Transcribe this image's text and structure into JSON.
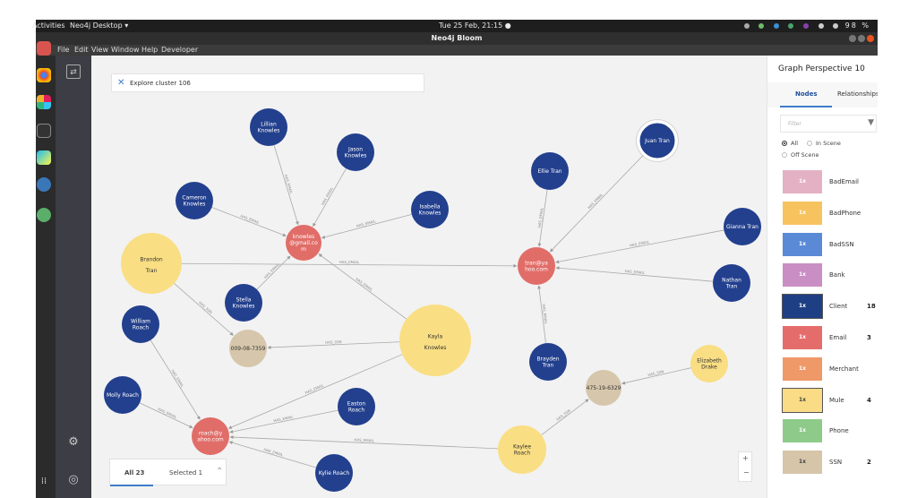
{
  "os": {
    "activities": "Activities",
    "app_menu": "Neo4j Desktop ▾",
    "clock": "Tue 25 Feb, 21:15 ●",
    "battery": "98 %"
  },
  "window": {
    "title": "Neo4j Bloom"
  },
  "menu": [
    "File",
    "Edit",
    "View",
    "Window",
    "Help",
    "Developer"
  ],
  "search": {
    "value": "Explore cluster 106"
  },
  "graph": {
    "nodes": [
      {
        "id": "lillian",
        "lines": [
          "Lillian",
          "Knowles"
        ],
        "cat": "Client"
      },
      {
        "id": "jason",
        "lines": [
          "Jason",
          "Knowles"
        ],
        "cat": "Client"
      },
      {
        "id": "cameron",
        "lines": [
          "Cameron",
          "Knowles"
        ],
        "cat": "Client"
      },
      {
        "id": "isabella",
        "lines": [
          "Isabella",
          "Knowles"
        ],
        "cat": "Client"
      },
      {
        "id": "knowlesmail",
        "lines": [
          "knowles",
          "@gmail.co",
          "m"
        ],
        "cat": "Email"
      },
      {
        "id": "brandon",
        "lines": [
          "Brandon",
          "Tran"
        ],
        "cat": "Mule"
      },
      {
        "id": "stella",
        "lines": [
          "Stella",
          "Knowles"
        ],
        "cat": "Client"
      },
      {
        "id": "ssn1",
        "lines": [
          "009-08-7359"
        ],
        "cat": "SSN"
      },
      {
        "id": "kayla",
        "lines": [
          "Kayla",
          "Knowles"
        ],
        "cat": "Mule"
      },
      {
        "id": "william",
        "lines": [
          "William",
          "Roach"
        ],
        "cat": "Client"
      },
      {
        "id": "molly",
        "lines": [
          "Molly Roach"
        ],
        "cat": "Client"
      },
      {
        "id": "roachmail",
        "lines": [
          "roach@y",
          "ahoo.com"
        ],
        "cat": "Email"
      },
      {
        "id": "easton",
        "lines": [
          "Easton",
          "Roach"
        ],
        "cat": "Client"
      },
      {
        "id": "kylie",
        "lines": [
          "Kylie Roach"
        ],
        "cat": "Client"
      },
      {
        "id": "kaylee",
        "lines": [
          "Kaylee",
          "Roach"
        ],
        "cat": "Mule"
      },
      {
        "id": "ssn2",
        "lines": [
          "475-19-6329"
        ],
        "cat": "SSN"
      },
      {
        "id": "elizabeth",
        "lines": [
          "Elizabeth",
          "Drake"
        ],
        "cat": "Mule"
      },
      {
        "id": "brayden",
        "lines": [
          "Brayden",
          "Tran"
        ],
        "cat": "Client"
      },
      {
        "id": "tranmail",
        "lines": [
          "tran@ya",
          "hoo.com"
        ],
        "cat": "Email"
      },
      {
        "id": "ellie",
        "lines": [
          "Ellie Tran"
        ],
        "cat": "Client"
      },
      {
        "id": "juan",
        "lines": [
          "Juan Tran"
        ],
        "cat": "Client"
      },
      {
        "id": "gianna",
        "lines": [
          "Gianna Tran"
        ],
        "cat": "Client"
      },
      {
        "id": "nathan",
        "lines": [
          "Nathan",
          "Tran"
        ],
        "cat": "Client"
      }
    ],
    "edges": [
      {
        "from": "lillian",
        "to": "knowlesmail",
        "label": "HAS_EMAIL"
      },
      {
        "from": "jason",
        "to": "knowlesmail",
        "label": "HAS_EMAIL"
      },
      {
        "from": "cameron",
        "to": "knowlesmail",
        "label": "HAS_EMAIL"
      },
      {
        "from": "isabella",
        "to": "knowlesmail",
        "label": "HAS_EMAIL"
      },
      {
        "from": "stella",
        "to": "knowlesmail",
        "label": "HAS_EMAIL"
      },
      {
        "from": "kayla",
        "to": "knowlesmail",
        "label": "HAS_EMAIL"
      },
      {
        "from": "brandon",
        "to": "tranmail",
        "label": "HAS_EMAIL"
      },
      {
        "from": "brandon",
        "to": "ssn1",
        "label": "HAS_SSN"
      },
      {
        "from": "kayla",
        "to": "ssn1",
        "label": "HAS_SSN"
      },
      {
        "from": "kayla",
        "to": "roachmail",
        "label": "HAS_EMAIL"
      },
      {
        "from": "william",
        "to": "roachmail",
        "label": "HAS_EMAIL"
      },
      {
        "from": "molly",
        "to": "roachmail",
        "label": "HAS_EMAIL"
      },
      {
        "from": "easton",
        "to": "roachmail",
        "label": "HAS_EMAIL"
      },
      {
        "from": "kylie",
        "to": "roachmail",
        "label": "HAS_EMAIL"
      },
      {
        "from": "kaylee",
        "to": "roachmail",
        "label": "HAS_EMAIL"
      },
      {
        "from": "kaylee",
        "to": "ssn2",
        "label": "HAS_SSN"
      },
      {
        "from": "elizabeth",
        "to": "ssn2",
        "label": "HAS_SSN"
      },
      {
        "from": "brayden",
        "to": "tranmail",
        "label": "HAS_EMAIL"
      },
      {
        "from": "ellie",
        "to": "tranmail",
        "label": "HAS_EMAIL"
      },
      {
        "from": "juan",
        "to": "tranmail",
        "label": "HAS_EMAIL"
      },
      {
        "from": "gianna",
        "to": "tranmail",
        "label": "HAS_EMAIL"
      },
      {
        "from": "nathan",
        "to": "tranmail",
        "label": "HAS_EMAIL"
      }
    ]
  },
  "bottom": {
    "all": "All 23",
    "selected": "Selected 1",
    "caret": "⌃"
  },
  "zoom": {
    "plus": "+",
    "minus": "−"
  },
  "panel": {
    "title": "Graph Perspective 10",
    "tab_nodes": "Nodes",
    "tab_relationships": "Relationships",
    "filter_placeholder": "Filter",
    "radio_all": "All",
    "radio_in_scene": "In Scene",
    "radio_off_scene": "Off Scene",
    "categories": [
      {
        "name": "BadEmail",
        "mult": "1x",
        "count": "",
        "color": "#e4b1c4"
      },
      {
        "name": "BadPhone",
        "mult": "1x",
        "count": "",
        "color": "#f7c35f"
      },
      {
        "name": "BadSSN",
        "mult": "1x",
        "count": "",
        "color": "#5a8ad6"
      },
      {
        "name": "Bank",
        "mult": "1x",
        "count": "",
        "color": "#c98ec4"
      },
      {
        "name": "Client",
        "mult": "1x",
        "count": "18",
        "color": "#1f3f84"
      },
      {
        "name": "Email",
        "mult": "1x",
        "count": "3",
        "color": "#e46d6b"
      },
      {
        "name": "Merchant",
        "mult": "1x",
        "count": "",
        "color": "#ef9868"
      },
      {
        "name": "Mule",
        "mult": "1x",
        "count": "4",
        "color": "#fadb86"
      },
      {
        "name": "Phone",
        "mult": "1x",
        "count": "",
        "color": "#8ecb8a"
      },
      {
        "name": "SSN",
        "mult": "1x",
        "count": "2",
        "color": "#d6c5a9"
      }
    ]
  },
  "colors": {
    "Client": "#23408e",
    "Email": "#e16d68",
    "Mule": "#f9de83",
    "SSN": "#d6c6ab"
  }
}
